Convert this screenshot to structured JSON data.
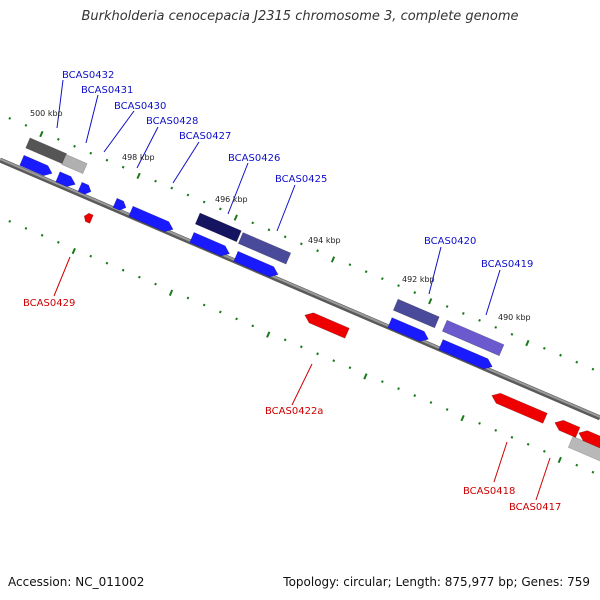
{
  "title": "Burkholderia cenocepacia J2315 chromosome 3, complete genome",
  "footer": {
    "accession": "Accession: NC_011002",
    "summary": "Topology: circular; Length: 875,977 bp; Genes: 759"
  },
  "colors": {
    "forward_gene": "#1a1aff",
    "reverse_gene": "#ee0000",
    "backbone": "#7a7a7a",
    "tick": "#1a7a1a",
    "label_forward": "#1010c8",
    "label_reverse": "#cc0000"
  },
  "scale_labels": [
    "500 kbp",
    "498 kbp",
    "496 kbp",
    "494 kbp",
    "492 kbp",
    "490 kbp"
  ],
  "gene_labels": {
    "forward": [
      "BCAS0432",
      "BCAS0431",
      "BCAS0430",
      "BCAS0428",
      "BCAS0427",
      "BCAS0426",
      "BCAS0425",
      "BCAS0420",
      "BCAS0419"
    ],
    "reverse": [
      "BCAS0429",
      "BCAS0422a",
      "BCAS0418",
      "BCAS0417"
    ]
  }
}
